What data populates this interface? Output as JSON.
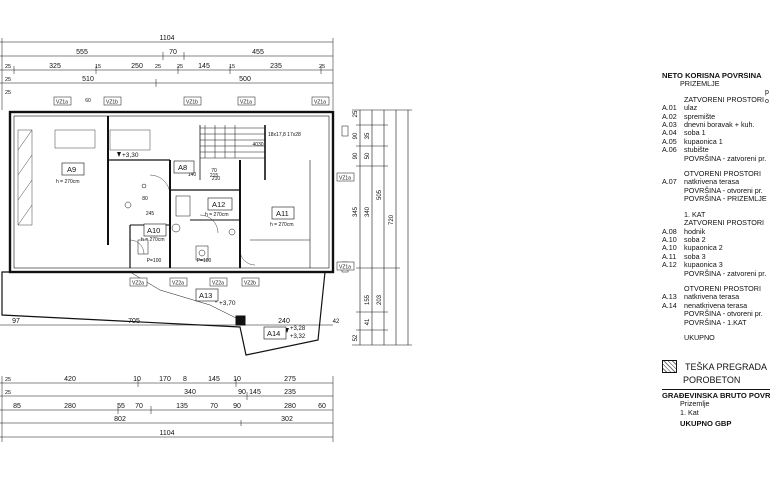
{
  "dims_top": {
    "total": "1104",
    "row1": [
      "555",
      "70",
      "455"
    ],
    "row2": [
      "325",
      "250",
      "145",
      "235"
    ],
    "row3": [
      "510",
      "500"
    ],
    "left_marks": [
      "25",
      "25",
      "25"
    ],
    "small_marks": [
      "15",
      "25",
      "25",
      "15",
      "25"
    ]
  },
  "dims_bottom": {
    "row1": [
      "420",
      "10",
      "170",
      "8",
      "145",
      "10",
      "275"
    ],
    "row2": [
      "340",
      "90",
      "145",
      "235"
    ],
    "row3": [
      "85",
      "280",
      "55",
      "70",
      "135",
      "70",
      "90",
      "280",
      "60"
    ],
    "row4": [
      "802",
      "302"
    ],
    "total": "1104",
    "left_marks": [
      "25",
      "25"
    ]
  },
  "dims_mid": {
    "left": "97",
    "middle": "705",
    "right": "240",
    "right2": "42"
  },
  "dims_right": [
    "25",
    "90",
    "90",
    "35",
    "50",
    "505",
    "345",
    "340",
    "720",
    "155",
    "203",
    "41",
    "52"
  ],
  "rooms": {
    "a9": {
      "label": "A9",
      "note": "h = 270cm"
    },
    "a8": {
      "label": "A8"
    },
    "a12": {
      "label": "A12",
      "note": "h = 270cm"
    },
    "a11": {
      "label": "A11",
      "note": "h = 270cm"
    },
    "a10": {
      "label": "A10",
      "note": "h = 270cm"
    },
    "a13": {
      "label": "A13"
    },
    "a14": {
      "label": "A14"
    }
  },
  "levels": [
    "+3,30",
    "+3,70",
    "+3,28",
    "+3,32"
  ],
  "windows": [
    "VZ1a",
    "VZ1b",
    "VZ1b",
    "VZ1a",
    "VZ1a",
    "VZ1a",
    "VZ1a",
    "VZ2a",
    "VZ2a",
    "VZ2a",
    "VZ2b"
  ],
  "stair_note": "18x17,8\n17x28",
  "misc_labels": [
    "4030",
    "P=100",
    "P=100",
    "210",
    "245",
    "70",
    "215",
    "80",
    "60",
    "140"
  ],
  "legend": {
    "title": "NETO KORISNA POVRŠINA",
    "ground": "PRIZEMLJE",
    "closed_head": "ZATVORENI PROSTORI",
    "ground_rooms": [
      {
        "code": "A.01",
        "name": "ulaz"
      },
      {
        "code": "A.02",
        "name": "spremište"
      },
      {
        "code": "A.03",
        "name": "dnevni boravak + kuh."
      },
      {
        "code": "A.04",
        "name": "soba 1"
      },
      {
        "code": "A.05",
        "name": "kupaonica 1"
      },
      {
        "code": "A.06",
        "name": "stubište"
      }
    ],
    "closed_sum": "POVRŠINA - zatvoreni pr.",
    "open_head": "OTVORENI PROSTORI",
    "open_rooms": [
      {
        "code": "A.07",
        "name": "natkrivena terasa"
      }
    ],
    "open_sum": "POVRŠINA - otvoreni pr.",
    "ground_sum": "POVRŠINA - PRIZEMLJE",
    "floor1": "1. KAT",
    "closed_head2": "ZATVORENI PROSTORI",
    "floor_rooms": [
      {
        "code": "A.08",
        "name": "hodnik"
      },
      {
        "code": "A.10",
        "name": "soba 2"
      },
      {
        "code": "A.10",
        "name": "kupaonica 2"
      },
      {
        "code": "A.11",
        "name": "soba 3"
      },
      {
        "code": "A.12",
        "name": "kupaonica 3"
      }
    ],
    "closed_sum2": "POVRŠINA - zatvoreni pr.",
    "open_head2": "OTVORENI PROSTORI",
    "open_rooms2": [
      {
        "code": "A.13",
        "name": "natkrivena terasa"
      },
      {
        "code": "A.14",
        "name": "nenatkrivena terasa"
      }
    ],
    "open_sum2": "POVRŠINA - otvoreni pr.",
    "floor_sum": "POVRŠINA - 1.KAT",
    "total": "UKUPNO",
    "wall_type": "TEŠKA PREGRADA",
    "wall_material": "POROBETON",
    "gross_title": "GRAĐEVINSKA BRUTO POVRŠ",
    "gross_rows": [
      "Prizemlje",
      "1. Kat"
    ],
    "gross_total": "UKUPNO GBP",
    "right_frag": [
      "p",
      "o"
    ]
  }
}
